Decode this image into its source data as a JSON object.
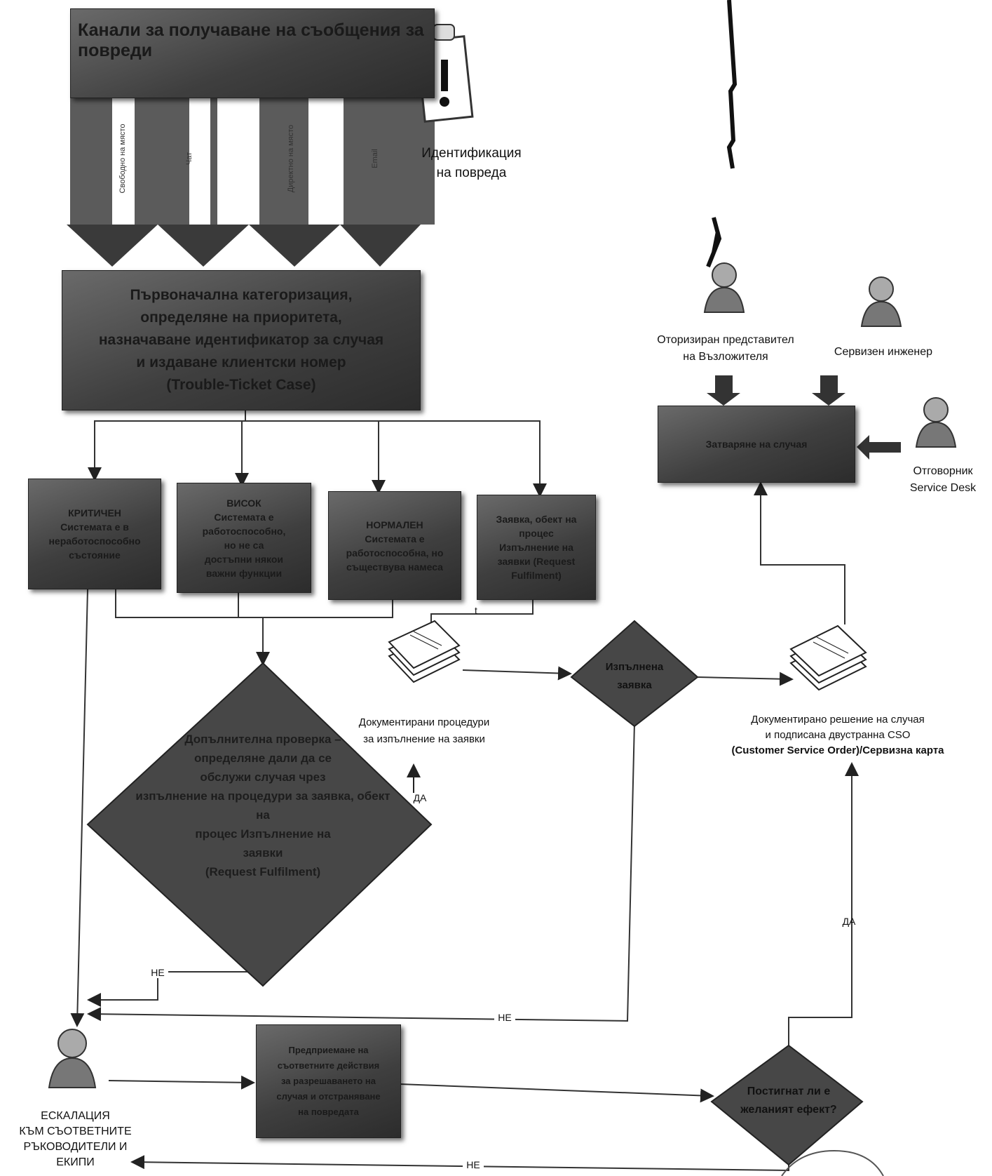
{
  "colors": {
    "box_dark": "#3f3f3f",
    "arrow": "#2b2b2b",
    "line": "#333333"
  },
  "top_box": {
    "text": "Канали за получаване на съобщения за повреди"
  },
  "channels": [
    {
      "label": "Свободно на място"
    },
    {
      "label": "Чат"
    },
    {
      "label": "Директно на място"
    },
    {
      "label": "Email"
    }
  ],
  "identification": {
    "text": "Идентификация\nна повреда"
  },
  "categorization_box": {
    "text": "Първоначална категоризация,\nопределяне на приоритета,\nназначаване идентификатор за случая\nи издаване клиентски номер\n(Trouble-Ticket Case)"
  },
  "priority_boxes": [
    {
      "text": "КРИТИЧЕН\nСистемата е в\nнеработоспособно\nсъстояние"
    },
    {
      "text": "ВИСОК\nСистемата е\nработоспособно,\nно не са\nдостъпни някои\nважни функции"
    },
    {
      "text": "НОРМАЛЕН\nСистемата е\nработоспособна, но\nсъществува намеса"
    },
    {
      "text": "Заявка, обект на\nпроцес\nИзпълнение на\nзаявки (Request\nFulfilment)"
    }
  ],
  "big_diamond": {
    "text": "Допълнителна проверка –\nопределяне дали да се\nобслужи случая чрез\nизпълнение на процедури за заявка, обект\nна\nпроцес Изпълнение на\nзаявки\n(Request Fulfilment)"
  },
  "procedures_doc": {
    "label": "Документирани процедури\nза изпълнение на заявки"
  },
  "fulfilled_diamond": {
    "text": "Изпълнена\nзаявка"
  },
  "solution_doc": {
    "label_line1": "Документирано решение на случая",
    "label_line2": "и подписана двустранна CSO",
    "label_line3": "(Customer Service Order)/Сервизна карта"
  },
  "close_box": {
    "text": "Затваряне на случая"
  },
  "roles": {
    "authorized": "Оторизиран представител\nна Възложителя",
    "engineer": "Сервизен инженер",
    "service_desk": "Отговорник\nService Desk"
  },
  "escalation": {
    "label": "ЕСКАЛАЦИЯ\nКЪМ СЪОТВЕТНИТЕ\nРЪКОВОДИТЕЛИ И\nЕКИПИ"
  },
  "actions_box": {
    "text": "Предприемане на\nсъответните действия\nза разрешаването на\nслучая и отстраняване\nна повредата"
  },
  "effect_diamond": {
    "text": "Постигнат ли е\nжеланият ефект?"
  },
  "edge_labels": {
    "yes": "ДА",
    "no": "НЕ",
    "t": "t"
  }
}
